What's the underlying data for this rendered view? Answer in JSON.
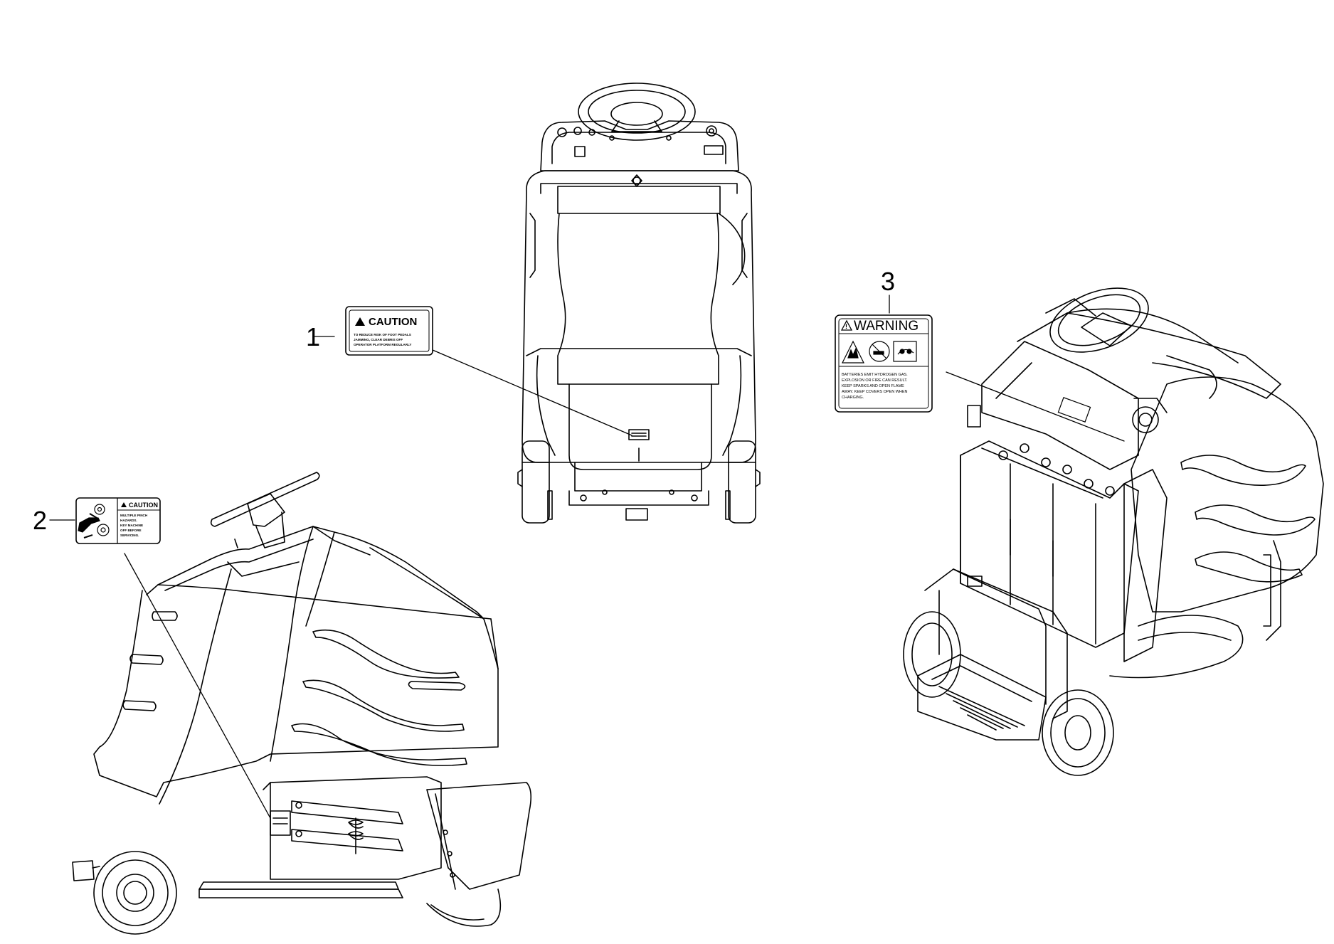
{
  "callouts": [
    {
      "number": "1"
    },
    {
      "number": "2"
    },
    {
      "number": "3"
    }
  ],
  "decals": {
    "caution_1": {
      "heading": "CAUTION",
      "lines": [
        "TO REDUCE RISK OF FOOT PEDALS",
        "JAMMING, CLEAR DEBRIS OFF",
        "OPERATOR PLATFORM REGULARLY"
      ]
    },
    "caution_2": {
      "heading": "CAUTION",
      "lines": [
        "MULTIPLE PINCH",
        "HAZARDS.",
        "KEY MACHINE",
        "OFF BEFORE",
        "SERVICING."
      ]
    },
    "warning_3": {
      "heading": "WARNING",
      "lines": [
        "BATTERIES EMIT HYDROGEN GAS.",
        "EXPLOSION OR FIRE CAN RESULT.",
        "KEEP SPARKS AND OPEN FLAME",
        "AWAY. KEEP COVERS OPEN WHEN",
        "CHARGING."
      ]
    }
  },
  "icons": [
    "warning-triangle-icon",
    "caution-triangle-icon",
    "hand-pinch-gears-icon",
    "explosion-icon",
    "no-smoking-icon",
    "eye-protection-icon",
    "battery-icon"
  ],
  "colors": {
    "line": "#000000",
    "background": "#ffffff",
    "decal_body": "#ffffff"
  }
}
